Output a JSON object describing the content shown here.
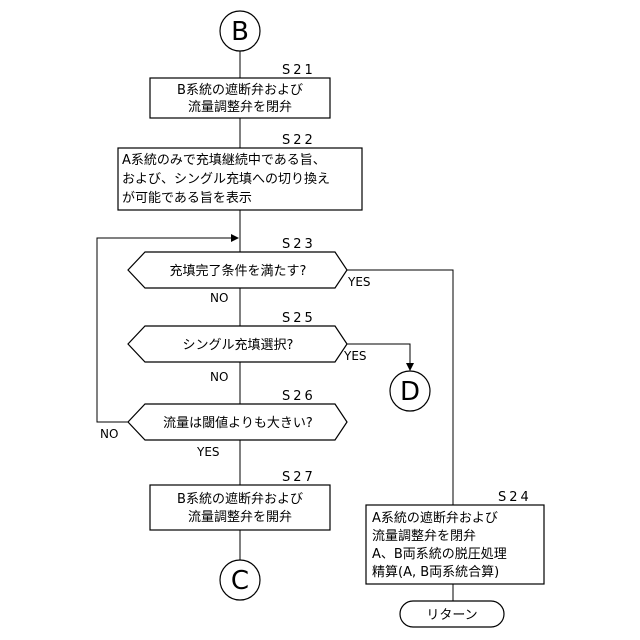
{
  "connectors": {
    "start": "B",
    "exit_d": "D",
    "end": "C"
  },
  "steps": {
    "s21": {
      "label": "S21",
      "lines": [
        "B系統の遮断弁および",
        "流量調整弁を閉弁"
      ]
    },
    "s22": {
      "label": "S22",
      "lines": [
        "A系統のみで充填継続中である旨、",
        "および、シングル充填への切り換え",
        "が可能である旨を表示"
      ]
    },
    "s23": {
      "label": "S23",
      "text": "充填完了条件を満たす?",
      "yes": "YES",
      "no": "NO"
    },
    "s25": {
      "label": "S25",
      "text": "シングル充填選択?",
      "yes": "YES",
      "no": "NO"
    },
    "s26": {
      "label": "S26",
      "text": "流量は閾値よりも大きい?",
      "yes": "YES",
      "no": "NO"
    },
    "s27": {
      "label": "S27",
      "lines": [
        "B系統の遮断弁および",
        "流量調整弁を開弁"
      ]
    },
    "s24": {
      "label": "S24",
      "lines": [
        "A系統の遮断弁および",
        "流量調整弁を閉弁",
        "A、B両系統の脱圧処理",
        "精算(A, B両系統合算)"
      ]
    }
  },
  "terminal": {
    "return_label": "リターン"
  }
}
